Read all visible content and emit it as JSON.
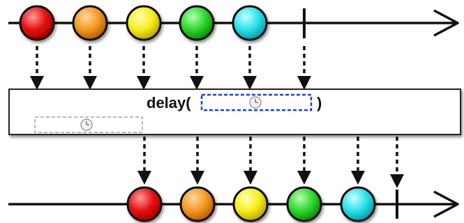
{
  "operator": {
    "name": "delay(",
    "close": ")",
    "duration_icon": "clock-icon",
    "delay_icon": "clock-icon"
  },
  "source_stream": {
    "items": [
      {
        "color": "red"
      },
      {
        "color": "orange"
      },
      {
        "color": "yellow"
      },
      {
        "color": "green"
      },
      {
        "color": "cyan"
      }
    ],
    "completes": true
  },
  "result_stream": {
    "items": [
      {
        "color": "red"
      },
      {
        "color": "orange"
      },
      {
        "color": "yellow"
      },
      {
        "color": "green"
      },
      {
        "color": "cyan"
      }
    ],
    "completes": true
  },
  "colors": {
    "red": [
      "#ff9a9a",
      "#e81010",
      "#9a0000"
    ],
    "orange": [
      "#ffd7a0",
      "#f39a21",
      "#b25a00"
    ],
    "yellow": [
      "#ffffb0",
      "#f7ee1a",
      "#b9a600"
    ],
    "green": [
      "#b8ffb0",
      "#2fd82f",
      "#0a8a0a"
    ],
    "cyan": [
      "#c8ffff",
      "#29e3ea",
      "#0a9aa0"
    ],
    "line": "#111111",
    "box_border": "#222222",
    "duration_border": "#1f3fe0",
    "delay_border": "#b8b8b8"
  }
}
